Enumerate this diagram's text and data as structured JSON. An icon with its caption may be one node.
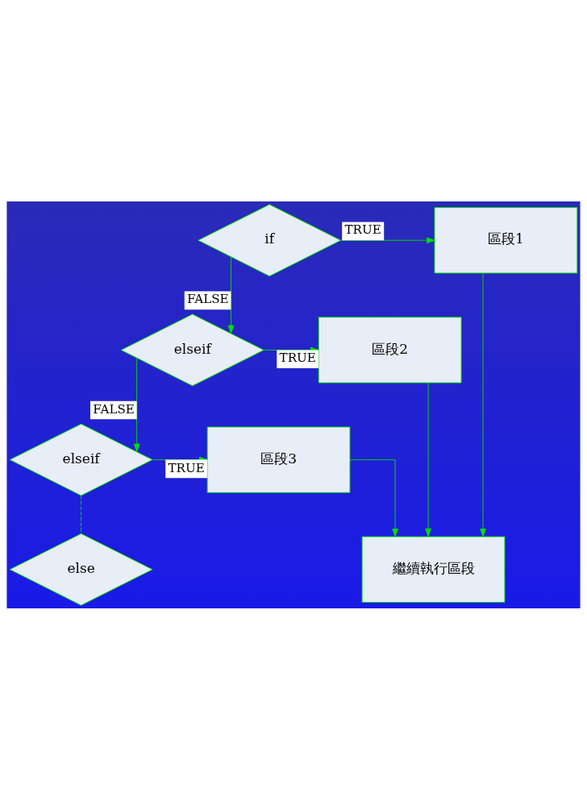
{
  "diagram": {
    "nodes": [
      {
        "text": [
          "if"
        ]
      },
      {
        "text": [
          "區段1"
        ]
      },
      {
        "text": [
          "elseif"
        ]
      },
      {
        "text": [
          "區段2"
        ]
      },
      {
        "text": [
          "elseif"
        ]
      },
      {
        "text": [
          "區段3"
        ]
      },
      {
        "text": [
          "else"
        ]
      },
      {
        "text": [
          "繼續執行區段"
        ]
      }
    ],
    "edges": [
      {
        "from": 0,
        "to": 1,
        "arrow": "to",
        "label": "TRUE"
      },
      {
        "from": 0,
        "to": 2,
        "arrow": "to",
        "label": "FALSE"
      },
      {
        "from": 2,
        "to": 3,
        "arrow": "to",
        "label": "TRUE"
      },
      {
        "from": 2,
        "to": 4,
        "arrow": "to",
        "label": "FALSE"
      },
      {
        "from": 4,
        "to": 5,
        "arrow": "to",
        "label": "TRUE"
      },
      {
        "from": 4,
        "to": 6,
        "arrow": "none",
        "style": "dashed"
      },
      {
        "from": 1,
        "to": 7,
        "arrow": "to"
      },
      {
        "from": 3,
        "to": 7,
        "arrow": "to"
      },
      {
        "from": 5,
        "to": 7,
        "arrow": "to"
      }
    ]
  }
}
